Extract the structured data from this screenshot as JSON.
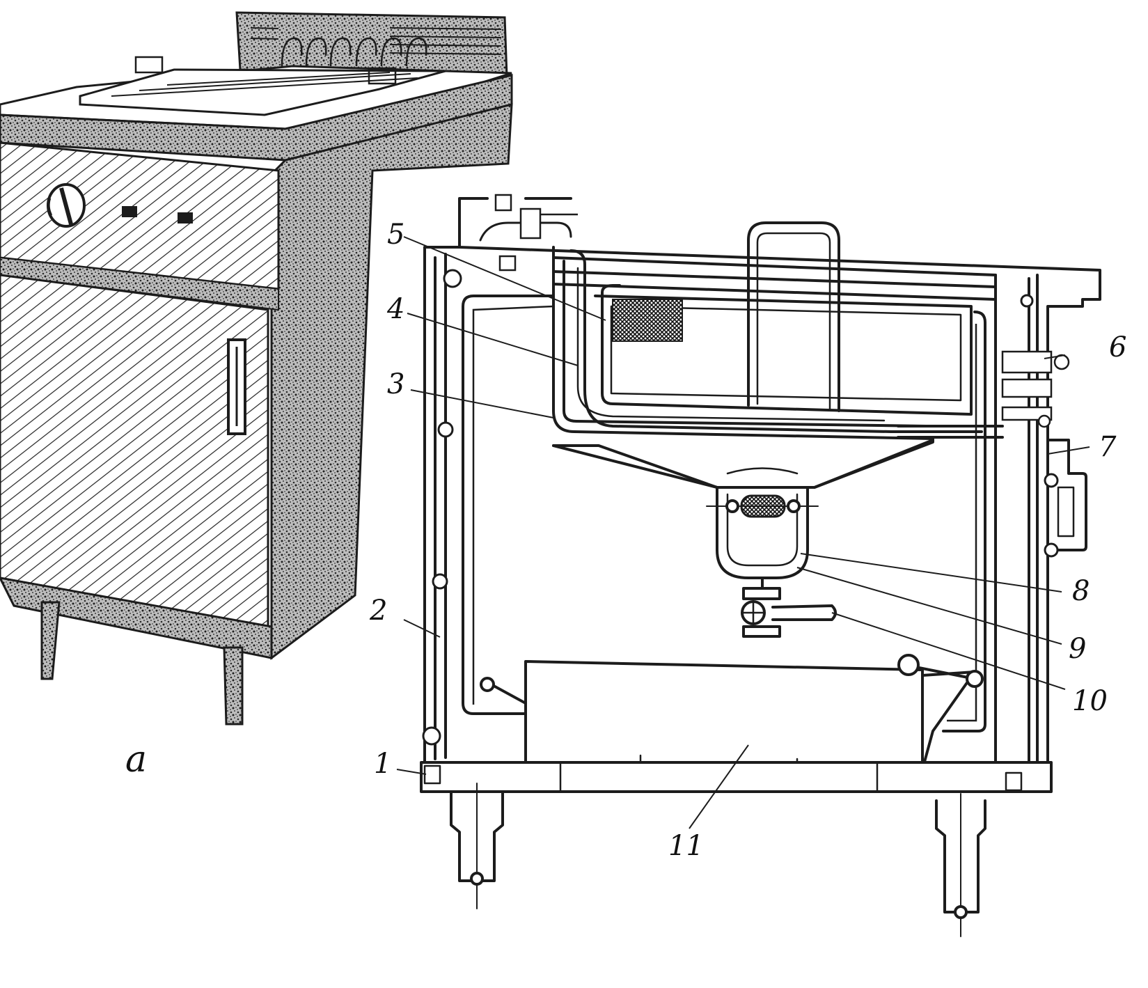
{
  "figure": {
    "subfigure_label": "а",
    "callouts": [
      {
        "id": "1",
        "text": "1"
      },
      {
        "id": "2",
        "text": "2"
      },
      {
        "id": "3",
        "text": "3"
      },
      {
        "id": "4",
        "text": "4"
      },
      {
        "id": "5",
        "text": "5"
      },
      {
        "id": "6",
        "text": "6"
      },
      {
        "id": "7",
        "text": "7"
      },
      {
        "id": "8",
        "text": "8"
      },
      {
        "id": "9",
        "text": "9"
      },
      {
        "id": "10",
        "text": "10"
      },
      {
        "id": "11",
        "text": "11"
      }
    ]
  },
  "colors": {
    "ink": "#1c1c1c",
    "paper": "#ffffff",
    "speckle": "#555555"
  }
}
